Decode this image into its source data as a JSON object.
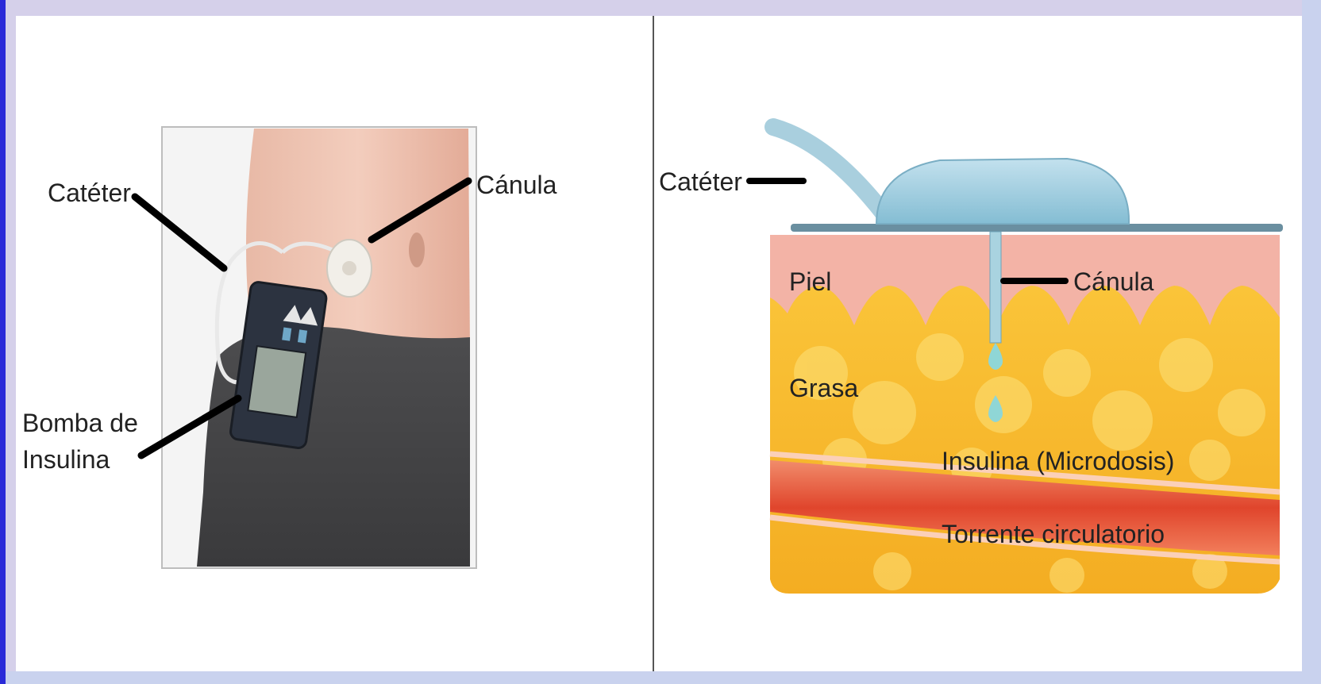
{
  "left_panel": {
    "labels": {
      "cateter": "Catéter",
      "canula": "Cánula",
      "bomba_line1": "Bomba de",
      "bomba_line2": "Insulina"
    }
  },
  "right_panel": {
    "labels": {
      "cateter": "Catéter",
      "canula": "Cánula",
      "piel": "Piel",
      "grasa": "Grasa",
      "insulina": "Insulina (Microdosis)",
      "torrente": "Torrente circulatorio"
    }
  }
}
